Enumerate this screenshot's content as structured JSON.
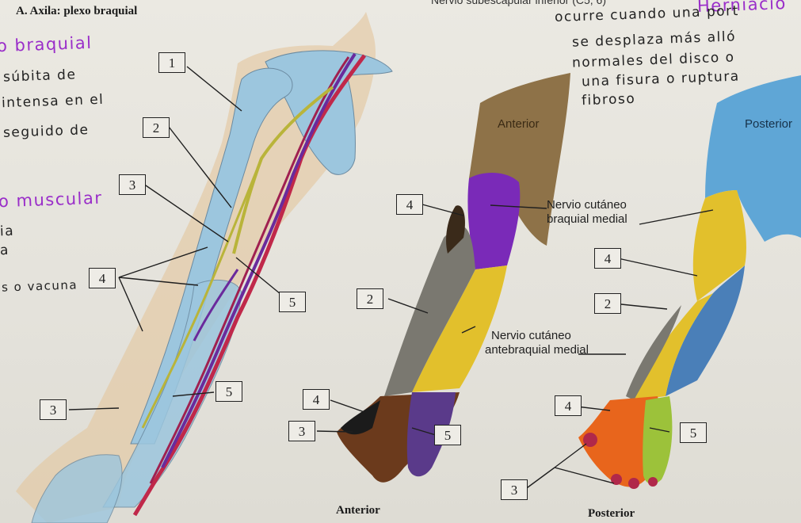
{
  "heading": {
    "title": "A. Axila: plexo braquial",
    "top_cut_text": "Nervio subescapular inferior (C5, 6)"
  },
  "handwritten_left": [
    "o braquial",
    "súbita de",
    "intensa en el",
    "seguido de",
    "o muscular",
    "ia",
    "a",
    "s o vacuna"
  ],
  "handwritten_right": [
    "Herniació",
    "ocurre cuando una port",
    "se desplaza más alló",
    "normales del disco o",
    "una fisura o ruptura",
    "fibroso"
  ],
  "callouts": {
    "arm": [
      "1",
      "2",
      "3",
      "4",
      "5",
      "5",
      "3"
    ],
    "anterior": [
      "4",
      "2",
      "4",
      "3",
      "5"
    ],
    "posterior": [
      "4",
      "2",
      "4",
      "5",
      "3"
    ]
  },
  "labels": {
    "anterior_region": "Anterior",
    "posterior_region": "Posterior",
    "nervio_braquial": [
      "Nervio cutáneo",
      "braquial medial"
    ],
    "nervio_antebraquial": [
      "Nervio cutáneo",
      "antebraquial medial"
    ],
    "caption_anterior": "Anterior",
    "caption_posterior": "Posterior"
  },
  "colors": {
    "bone": "#9cc6de",
    "nerve_red": "#c0284a",
    "nerve_purple": "#6a2a9c",
    "nerve_yellow": "#b9b43a",
    "skin": "#e3c7a2",
    "anterior_brown": "#8e7248",
    "purple_zone": "#7a2ab8",
    "yellow_zone": "#e2c02c",
    "gray_zone": "#7a7870",
    "blue_zone": "#5fa6d6",
    "orange_hand": "#e8651c",
    "green_finger": "#9cc23a",
    "brown_hand": "#6b3a1c",
    "purple_finger": "#5a3a8a",
    "handwriting_purple": "#9a2ec9"
  }
}
